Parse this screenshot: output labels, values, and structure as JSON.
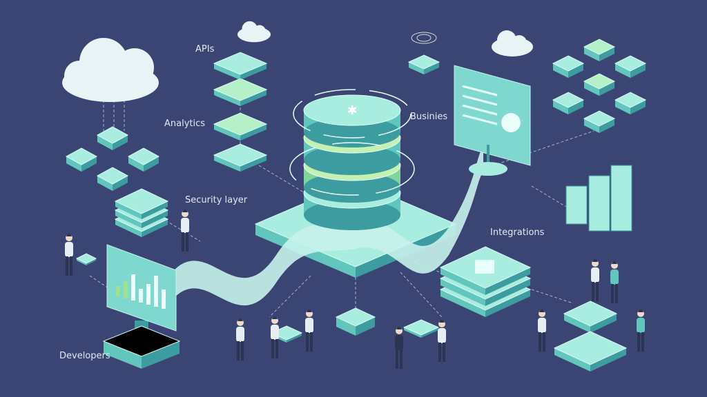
{
  "labels": {
    "apis": "APIs",
    "analytics": "Analytics",
    "business": "Businies",
    "security": "Security layer",
    "integrations": "Integrations",
    "developers": "Developers"
  },
  "colors": {
    "background": "#3b4573",
    "top": "#a9ece0",
    "side_light": "#62c6bf",
    "side_dark": "#3d9c9f",
    "accent_green": "#9ee28a",
    "cloud": "#e8f3f6",
    "person_dark": "#2c3454"
  }
}
